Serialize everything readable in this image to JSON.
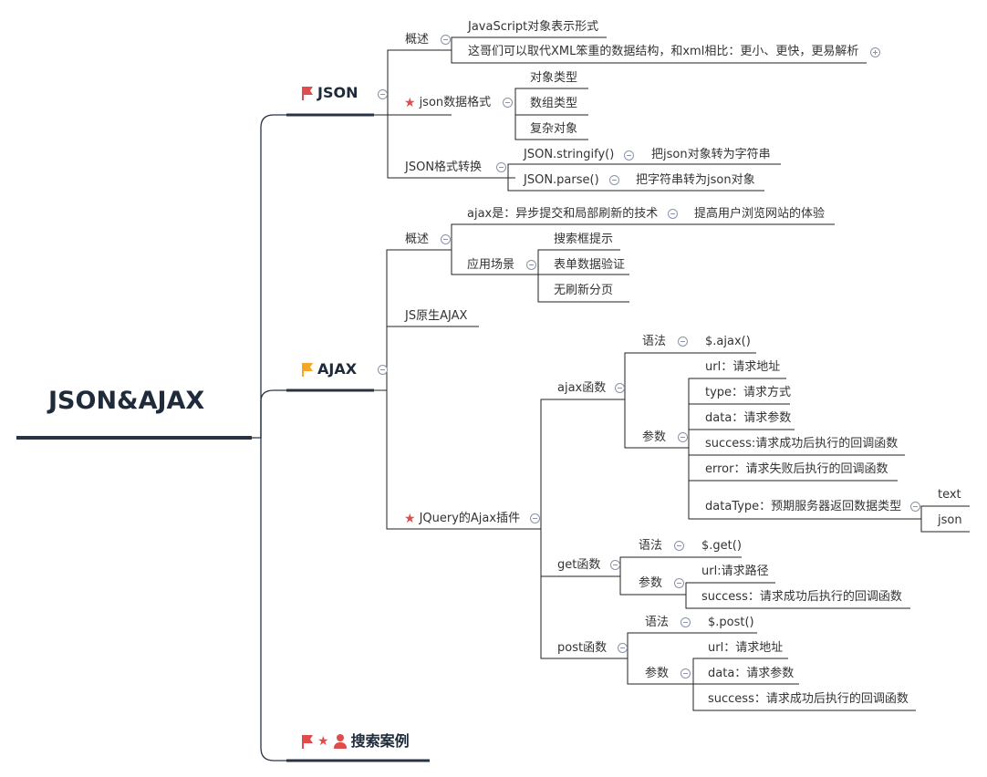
{
  "root": "JSON&AJAX",
  "json": {
    "title": "JSON",
    "overview": {
      "label": "概述",
      "items": [
        "JavaScript对象表示形式",
        "这哥们可以取代XML笨重的数据结构，和xml相比：更小、更快，更易解析"
      ]
    },
    "format": {
      "label": "json数据格式",
      "items": [
        "对象类型",
        "数组类型",
        "复杂对象"
      ]
    },
    "convert": {
      "label": "JSON格式转换",
      "stringify": "JSON.stringify()",
      "stringify_desc": "把json对象转为字符串",
      "parse": "JSON.parse()",
      "parse_desc": "把字符串转为json对象"
    }
  },
  "ajax": {
    "title": "AJAX",
    "overview": {
      "label": "概述",
      "def": "ajax是：异步提交和局部刷新的技术",
      "def_note": "提高用户浏览网站的体验",
      "scenario_label": "应用场景",
      "scenarios": [
        "搜索框提示",
        "表单数据验证",
        "无刷新分页"
      ]
    },
    "native": "JS原生AJAX",
    "jquery": {
      "label": "JQuery的Ajax插件",
      "ajax_fn": {
        "label": "ajax函数",
        "syntax_label": "语法",
        "syntax": "$.ajax()",
        "params_label": "参数",
        "params": [
          "url：请求地址",
          "type：请求方式",
          "data：请求参数",
          "success:请求成功后执行的回调函数",
          "error：请求失败后执行的回调函数",
          "dataType：预期服务器返回数据类型"
        ],
        "datatypes": [
          "text",
          "json"
        ]
      },
      "get_fn": {
        "label": "get函数",
        "syntax_label": "语法",
        "syntax": "$.get()",
        "params_label": "参数",
        "params": [
          "url:请求路径",
          "success：请求成功后执行的回调函数"
        ]
      },
      "post_fn": {
        "label": "post函数",
        "syntax_label": "语法",
        "syntax": "$.post()",
        "params_label": "参数",
        "params": [
          "url：请求地址",
          "data：请求参数",
          "success：请求成功后执行的回调函数"
        ]
      }
    }
  },
  "search": {
    "title": "搜索案例"
  },
  "colors": {
    "line": "#2a3344",
    "thin_line": "#222222",
    "flag_red": "#e04b4b",
    "flag_yellow": "#f5a623"
  }
}
